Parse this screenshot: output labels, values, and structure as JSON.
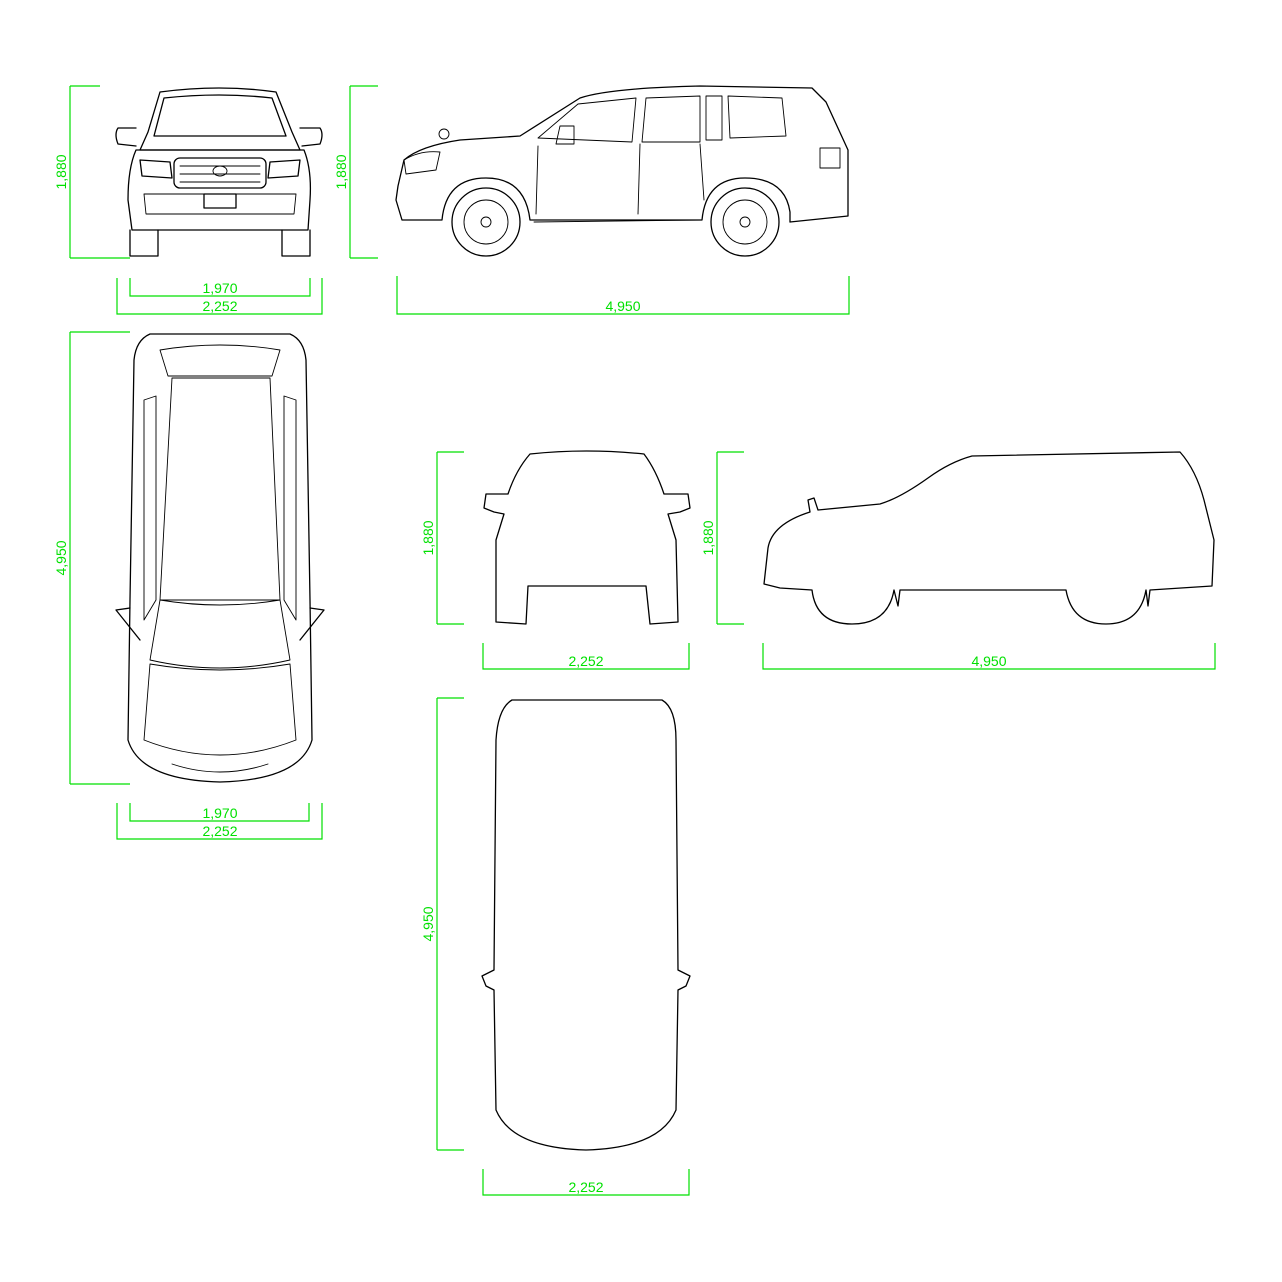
{
  "drawing": {
    "colors": {
      "dimension": "#00e000",
      "outline": "#000000",
      "background": "#ffffff"
    },
    "views": {
      "front_detail": {
        "height_label": "1,880",
        "inner_width_label": "1,970",
        "outer_width_label": "2,252"
      },
      "side_detail": {
        "height_label": "1,880",
        "length_label": "4,950"
      },
      "top_detail": {
        "length_label": "4,950",
        "inner_width_label": "1,970",
        "outer_width_label": "2,252"
      },
      "front_silhouette": {
        "height_label": "1,880",
        "width_label": "2,252"
      },
      "side_silhouette": {
        "height_label": "1,880",
        "length_label": "4,950"
      },
      "top_silhouette": {
        "length_label": "4,950",
        "width_label": "2,252"
      }
    }
  }
}
